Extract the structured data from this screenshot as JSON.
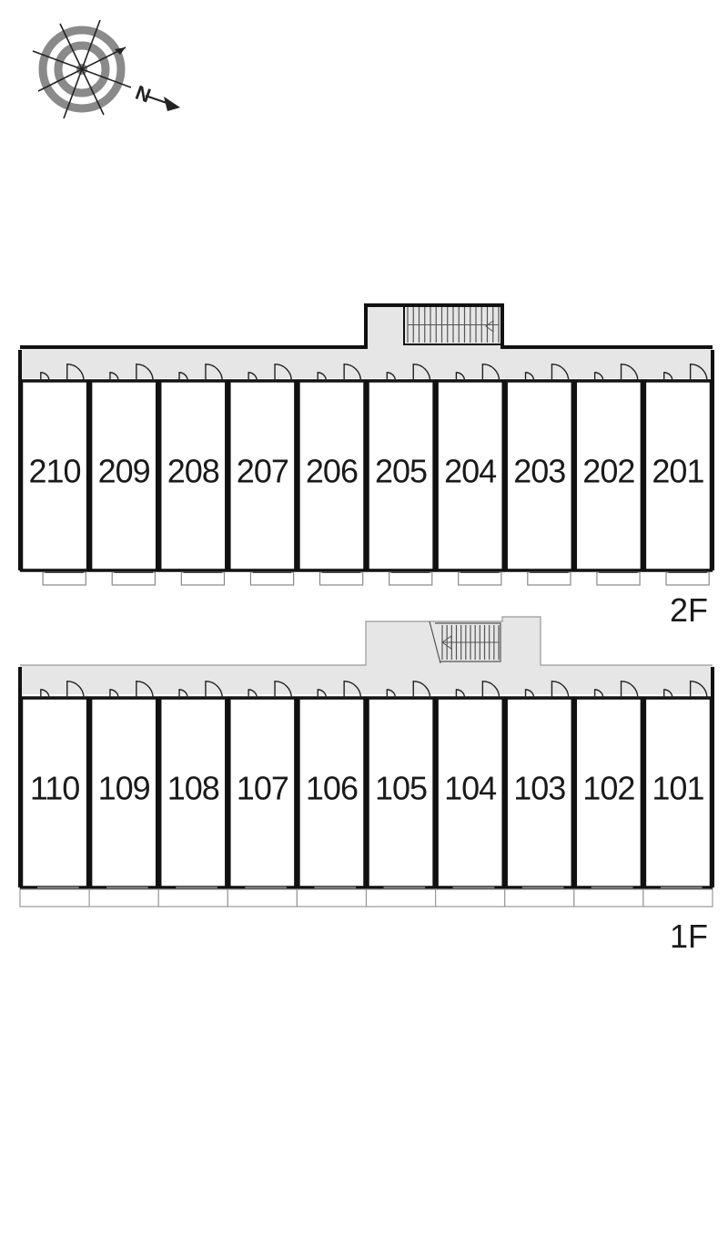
{
  "compass": {
    "icon": "compass-rose-icon",
    "north_label": "N"
  },
  "floors": [
    {
      "label": "2F",
      "units": [
        "210",
        "209",
        "208",
        "207",
        "206",
        "205",
        "204",
        "203",
        "202",
        "201"
      ],
      "balcony": "per-unit"
    },
    {
      "label": "1F",
      "units": [
        "110",
        "109",
        "108",
        "107",
        "106",
        "105",
        "104",
        "103",
        "102",
        "101"
      ],
      "balcony": "continuous"
    }
  ],
  "colors": {
    "wall": "#111111",
    "corridor": "#e6e6e6",
    "rings": "#8a8a8a"
  }
}
